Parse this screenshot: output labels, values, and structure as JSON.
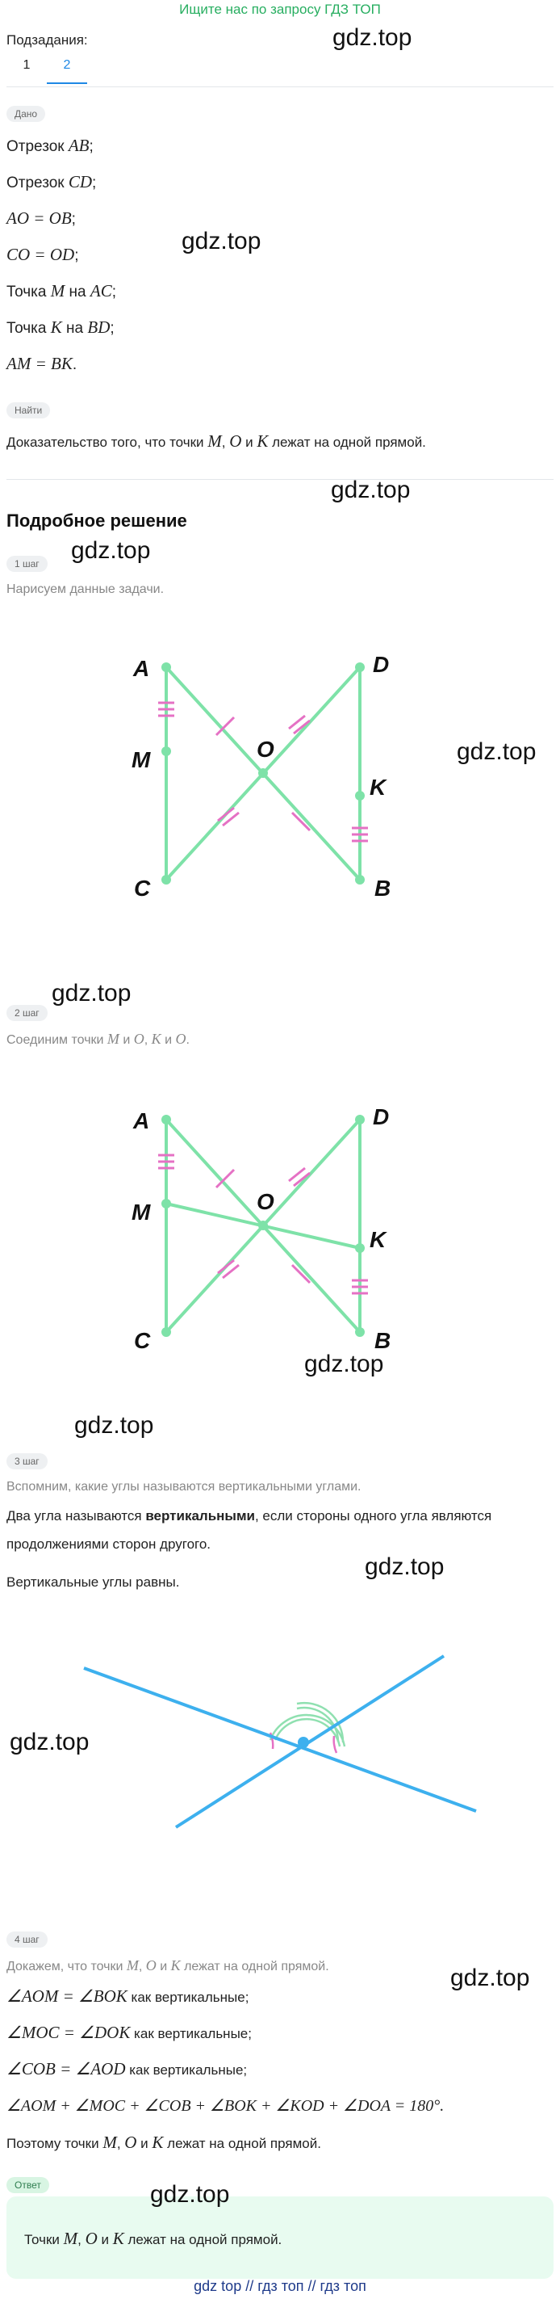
{
  "banner": "Ищите нас по запросу ГДЗ ТОП",
  "subtasks_label": "Подзадания:",
  "tabs": [
    {
      "label": "1"
    },
    {
      "label": "2"
    }
  ],
  "given": {
    "badge": "Дано",
    "l1_text": "Отрезок ",
    "l1_math": "AB",
    "l1_end": ";",
    "l2_text": "Отрезок ",
    "l2_math": "CD",
    "l2_end": ";",
    "l3_math": "AO = OB",
    "l3_end": ";",
    "l4_math": "CO = OD",
    "l4_end": ";",
    "l5_text": "Точка ",
    "l5_m1": "M",
    "l5_mid": " на ",
    "l5_m2": "AC",
    "l5_end": ";",
    "l6_text": "Точка ",
    "l6_m1": "K",
    "l6_mid": " на ",
    "l6_m2": "BD",
    "l6_end": ";",
    "l7_math": "AM = BK",
    "l7_end": "."
  },
  "find": {
    "badge": "Найти",
    "t1": "Доказательство того, что точки ",
    "m1": "M",
    "c1": ", ",
    "m2": "O",
    "t2": " и ",
    "m3": "K",
    "t3": " лежат на одной прямой."
  },
  "solution_title": "Подробное решение",
  "step1": {
    "badge": "1 шаг",
    "text": "Нарисуем данные задачи."
  },
  "step2": {
    "badge": "2 шаг",
    "t1": "Соединим точки ",
    "m1": "M",
    "t2": " и ",
    "m2": "O",
    "t3": ", ",
    "m3": "K",
    "t4": " и ",
    "m4": "O",
    "t5": "."
  },
  "step3": {
    "badge": "3 шаг",
    "text": "Вспомним, какие углы называются вертикальными углами.",
    "def1": "Два угла называются ",
    "def_bold": "вертикальными",
    "def2": ", если стороны одного угла являются",
    "def3": "продолжениями сторон другого.",
    "equal": "Вертикальные углы равны."
  },
  "step4": {
    "badge": "4 шаг",
    "t1": "Докажем, что точки ",
    "m1": "M",
    "c1": ", ",
    "m2": "O",
    "t2": " и ",
    "m3": "K",
    "t3": " лежат на одной прямой.",
    "e1": "∠AOM = ∠BOK",
    "e1t": " как вертикальные;",
    "e2": "∠MOC = ∠DOK",
    "e2t": " как вертикальные;",
    "e3": "∠COB = ∠AOD",
    "e3t": " как вертикальные;",
    "e4": "∠AOM + ∠MOC + ∠COB + ∠BOK + ∠KOD + ∠DOA = 180°.",
    "c_t1": "Поэтому точки ",
    "c_m1": "M",
    "c_c1": ", ",
    "c_m2": "O",
    "c_t2": " и ",
    "c_m3": "K",
    "c_t3": " лежат на одной прямой."
  },
  "answer": {
    "badge": "Ответ",
    "t1": "Точки ",
    "m1": "M",
    "c1": ", ",
    "m2": "O",
    "t2": " и ",
    "m3": "K",
    "t3": " лежат на одной прямой."
  },
  "diagram_labels": {
    "A": "A",
    "B": "B",
    "C": "C",
    "D": "D",
    "M": "M",
    "K": "K",
    "O": "O"
  },
  "watermark": "gdz.top",
  "footer": "gdz top  //  гдз топ  //  гдз топ",
  "colors": {
    "accent": "#1e88e5",
    "green_line": "#7ee2a8",
    "tick": "#e571c4",
    "blue_line": "#3db0ee",
    "banner": "#27ae60"
  }
}
